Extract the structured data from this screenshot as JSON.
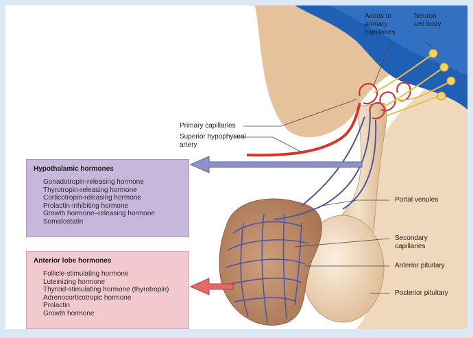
{
  "labels": {
    "axons": "Axons to\nprimary\ncapillaries",
    "neuron": "Neuron\ncell body",
    "primary_capillaries": "Primary capillaries",
    "superior_artery": "Superior hypophyseal\nartery",
    "portal_venules": "Portal venules",
    "secondary_capillaries": "Secondary\ncapillaries",
    "anterior_pituitary": "Anterior pituitary",
    "posterior_pituitary": "Posterior pituitary"
  },
  "hypothalamic": {
    "title": "Hypothalamic hormones",
    "items": [
      "Gonadotropin-releasing hormone",
      "Thyrotropin-releasing hormone",
      "Corticotropin-releasing hormone",
      "Prolactin-inhibiting hormone",
      "Growth hormone–releasing hormone",
      "Somatostatin"
    ]
  },
  "anterior": {
    "title": "Anterior lobe hormones",
    "items": [
      "Follicle-stimulating hormone",
      "Luteinizing hormone",
      "Thyroid-stimulating hormone (thyrotropin)",
      "Adrenocorticotropic hormone",
      "Prolactin",
      "Growth hormone"
    ]
  },
  "colors": {
    "background": "#dde8f5",
    "blue_region": "#1f5fb4",
    "tissue": "#e9c9a3",
    "anterior_lobe": "#b98a6a",
    "artery": "#d8352f",
    "vessel": "#5b5fa8",
    "neuron": "#f3d36a",
    "hypo_box": "#c7b7dc",
    "anterior_box": "#f2c9cf",
    "arrow_blue": "#8e92c6",
    "arrow_red": "#e36a6a"
  }
}
